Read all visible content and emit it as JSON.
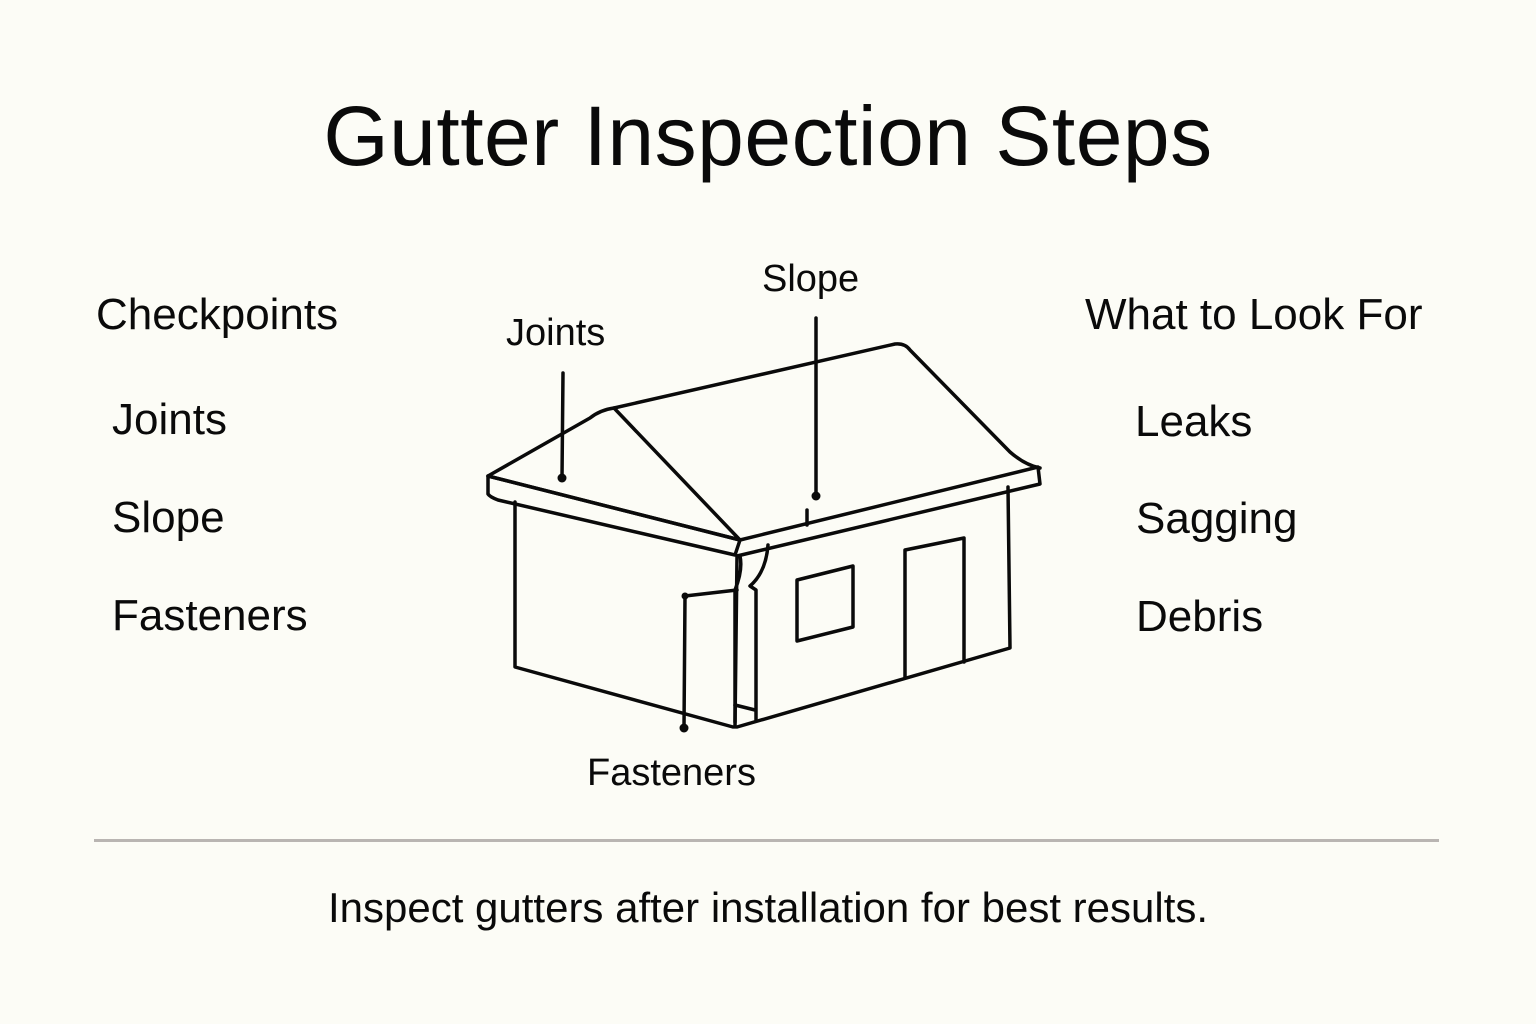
{
  "title": "Gutter Inspection Steps",
  "checkpoints": {
    "heading": "Checkpoints",
    "items": [
      "Joints",
      "Slope",
      "Fasteners"
    ]
  },
  "look_for": {
    "heading": "What to Look For",
    "items": [
      "Leaks",
      "Sagging",
      "Debris"
    ]
  },
  "diagram": {
    "subject": "house-with-gutters",
    "labels": {
      "joints": "Joints",
      "slope": "Slope",
      "fasteners": "Fasteners"
    }
  },
  "footer": "Inspect gutters after installation for best results.",
  "colors": {
    "background": "#fcfcf6",
    "ink": "#0a0a0a",
    "divider": "#b9b5b2"
  }
}
